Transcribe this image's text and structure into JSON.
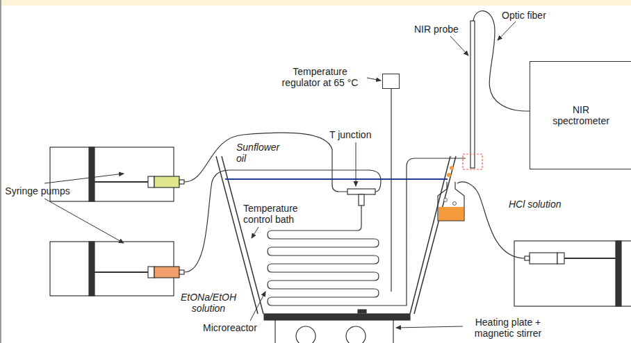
{
  "diagram": {
    "nodes": [
      {
        "text": [
          "NIR spectrometer"
        ]
      },
      {
        "text": [
          "Temperature regulator at 65 °C"
        ]
      }
    ],
    "labels": [
      "Optic fiber",
      "NIR probe",
      "T junction",
      "Sunflower oil",
      "Syringe pumps",
      "Temperature control bath",
      "EtONa/EtOH solution",
      "Microreactor",
      "Heating plate + magnetic stirrer",
      "HCl solution"
    ]
  }
}
